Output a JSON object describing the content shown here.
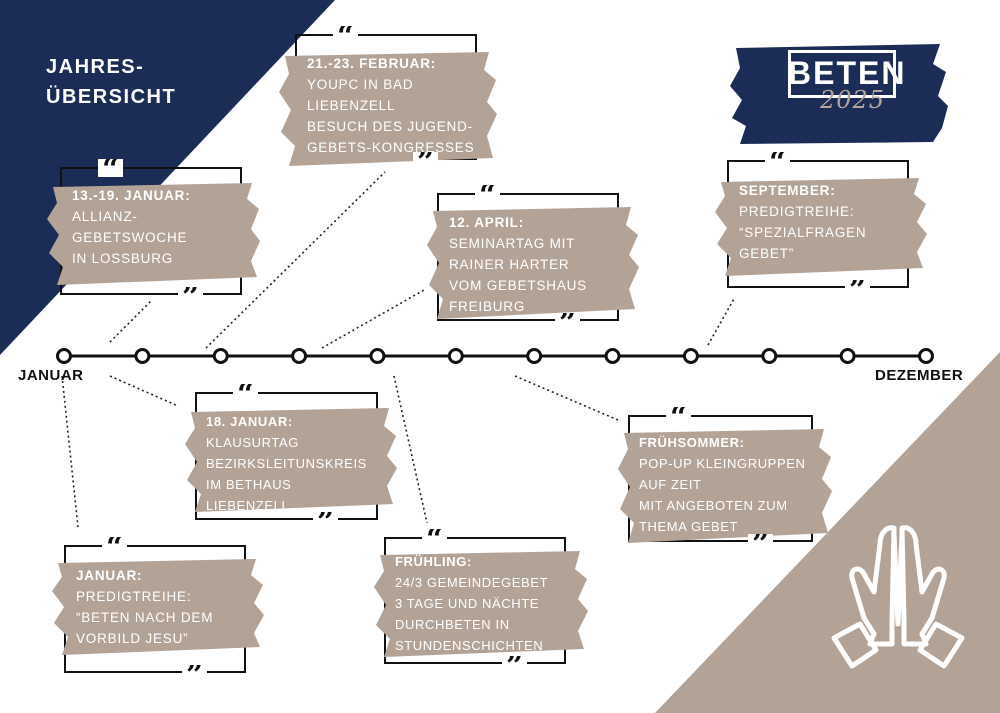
{
  "title_lines": [
    "JAHRES-",
    "ÜBERSICHT"
  ],
  "logo": {
    "word": "BETEN",
    "year": "2025"
  },
  "timeline": {
    "start_label": "JANUAR",
    "end_label": "DEZEMBER",
    "months": 12
  },
  "quote_open": "“",
  "quote_close": "”",
  "events": [
    {
      "heading": "13.-19. JANUAR:",
      "lines": [
        "ALLIANZ-",
        "GEBETSWOCHE",
        "IN LOSSBURG"
      ]
    },
    {
      "heading": "21.-23. FEBRUAR:",
      "lines": [
        "YOUPC IN BAD",
        "LIEBENZELL",
        "BESUCH DES JUGEND-",
        "GEBETS-KONGRESSES"
      ]
    },
    {
      "heading": "12. APRIL:",
      "lines": [
        "SEMINARTAG MIT",
        "RAINER HARTER",
        "VOM GEBETSHAUS",
        "FREIBURG"
      ]
    },
    {
      "heading": "SEPTEMBER:",
      "lines": [
        "PREDIGTREIHE:",
        "“SPEZIALFRAGEN",
        "GEBET”"
      ]
    },
    {
      "heading": "18. JANUAR:",
      "lines": [
        "KLAUSURTAG",
        "BEZIRKSLEITUNSKREIS",
        "IM BETHAUS",
        "LIEBENZELL"
      ]
    },
    {
      "heading": "FRÜHSOMMER:",
      "lines": [
        "POP-UP KLEINGRUPPEN",
        "AUF ZEIT",
        "MIT ANGEBOTEN ZUM",
        "THEMA GEBET"
      ]
    },
    {
      "heading": "JANUAR:",
      "lines": [
        "PREDIGTREIHE:",
        "“BETEN NACH DEM",
        "VORBILD JESU”"
      ]
    },
    {
      "heading": "FRÜHLING:",
      "lines": [
        "24/3 GEMEINDEGEBET",
        "3 TAGE UND NÄCHTE",
        "DURCHBETEN IN",
        "STUNDENSCHICHTEN"
      ]
    }
  ],
  "colors": {
    "navy": "#1b2d57",
    "taupe": "#b3a397",
    "line": "#111111",
    "white": "#ffffff"
  },
  "icons": [
    "praying-hands-icon"
  ]
}
